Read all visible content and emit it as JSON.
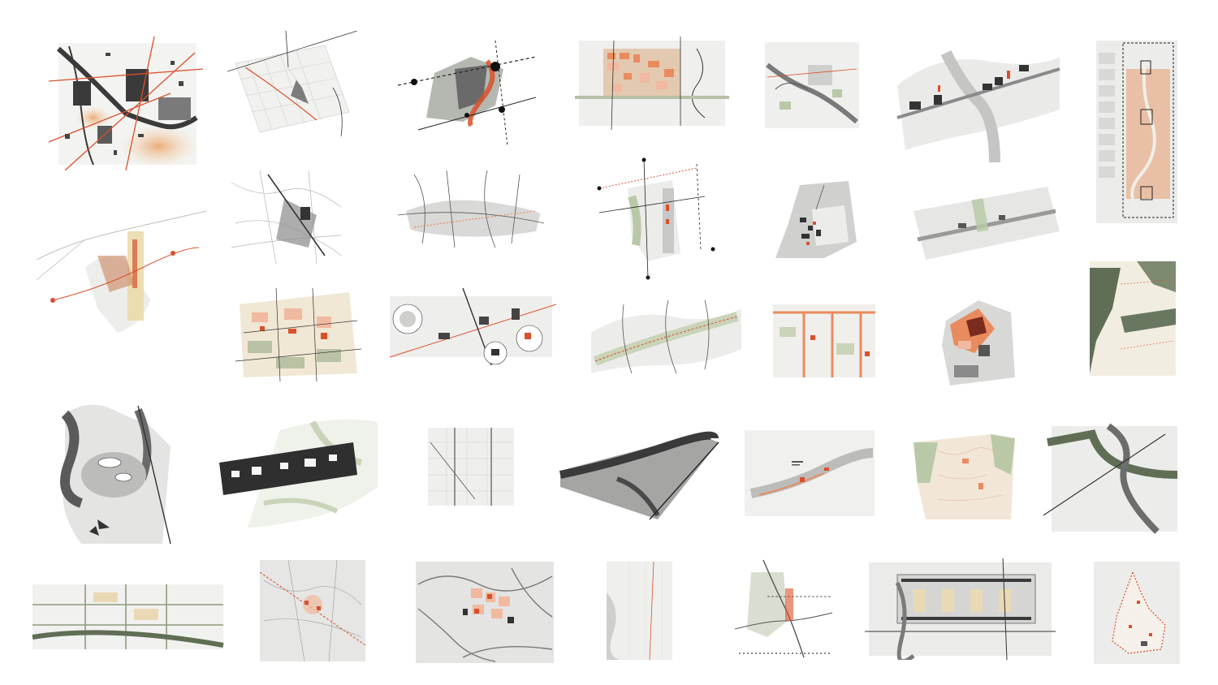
{
  "sheet": {
    "background": "#ffffff",
    "description_visible_text": ""
  },
  "palette": {
    "paper": "#f4f4f2",
    "block_light": "#e3e3e1",
    "block_mid": "#c8c8c6",
    "street": "#d8d8d6",
    "built_dark": "#3a3a3a",
    "built_mid": "#7a7a7a",
    "water": "#9aa09a",
    "green": "#b9c9a8",
    "green_dark": "#5f6e55",
    "accent_red": "#d9502c",
    "accent_orange": "#e98b5f",
    "accent_salmon": "#f1b9a0",
    "accent_tan": "#ead9b5",
    "axis": "#333333"
  },
  "plans": [
    {
      "id": "plan-01",
      "style": "river-blocks"
    },
    {
      "id": "plan-02",
      "style": "rotated-grid"
    },
    {
      "id": "plan-03",
      "style": "transit-node"
    },
    {
      "id": "plan-04",
      "style": "colored-blocks"
    },
    {
      "id": "plan-05",
      "style": "river-corridor"
    },
    {
      "id": "plan-06",
      "style": "linear-strip"
    },
    {
      "id": "plan-07",
      "style": "tall-corridor"
    },
    {
      "id": "plan-08",
      "style": "cross-axis"
    },
    {
      "id": "plan-09",
      "style": "gray-network"
    },
    {
      "id": "plan-10",
      "style": "diagonal-band"
    },
    {
      "id": "plan-11",
      "style": "axis-grid"
    },
    {
      "id": "plan-12",
      "style": "campus"
    },
    {
      "id": "plan-13",
      "style": "linear-strip-light"
    },
    {
      "id": "plan-14",
      "style": "warped-grid"
    },
    {
      "id": "plan-15",
      "style": "circle-nodes"
    },
    {
      "id": "plan-16",
      "style": "green-diagonal"
    },
    {
      "id": "plan-17",
      "style": "orange-streets"
    },
    {
      "id": "plan-18",
      "style": "campus-orange"
    },
    {
      "id": "plan-19",
      "style": "green-frame"
    },
    {
      "id": "plan-20",
      "style": "airport-park"
    },
    {
      "id": "plan-21",
      "style": "tilted-band"
    },
    {
      "id": "plan-22",
      "style": "grid-lines"
    },
    {
      "id": "plan-23",
      "style": "dark-network"
    },
    {
      "id": "plan-24",
      "style": "annotated-corridor"
    },
    {
      "id": "plan-25",
      "style": "green-suburb"
    },
    {
      "id": "plan-26",
      "style": "river-diagonal"
    },
    {
      "id": "plan-27",
      "style": "wide-strip-green"
    },
    {
      "id": "plan-28",
      "style": "hatched-diagonal"
    },
    {
      "id": "plan-29",
      "style": "topographic-blocks"
    },
    {
      "id": "plan-30",
      "style": "coastal-grid"
    },
    {
      "id": "plan-31",
      "style": "rail-junction"
    },
    {
      "id": "plan-32",
      "style": "rectangle-axes"
    },
    {
      "id": "plan-33",
      "style": "outline-zone"
    }
  ]
}
